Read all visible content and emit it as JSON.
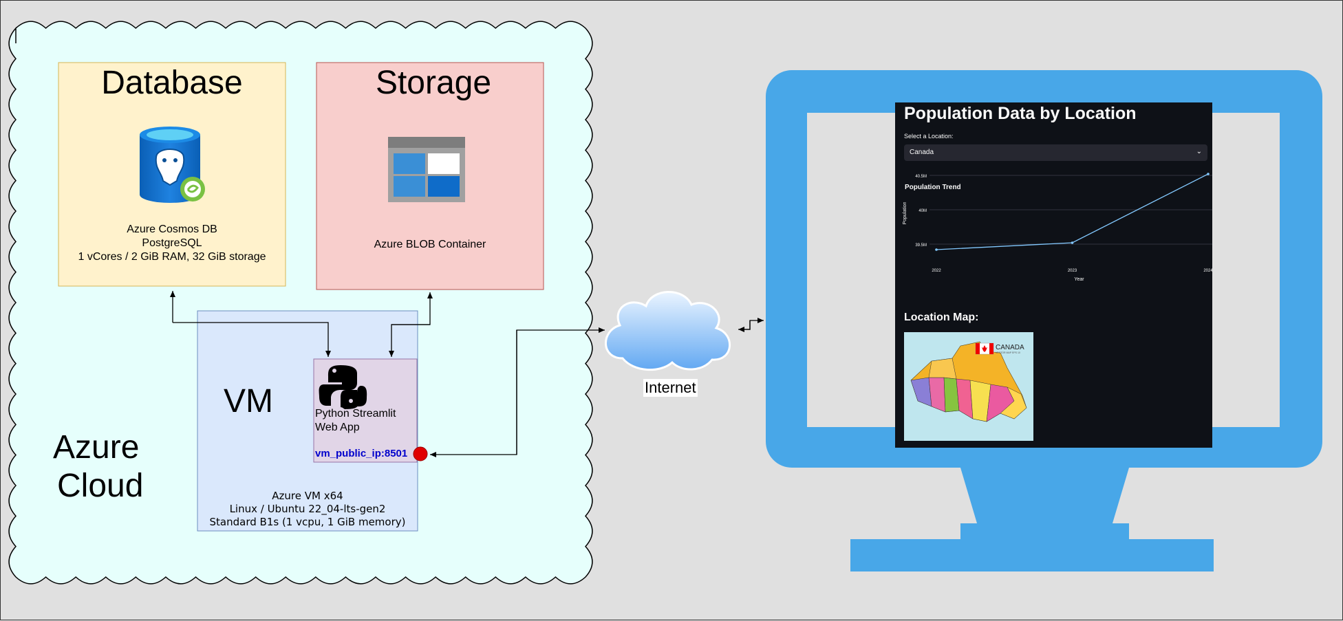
{
  "azure_cloud": {
    "label_line1": "Azure",
    "label_line2": "Cloud"
  },
  "database": {
    "title": "Database",
    "line1": "Azure Cosmos DB",
    "line2": "PostgreSQL",
    "line3": "1 vCores / 2 GiB RAM, 32 GiB storage",
    "icon": "postgresql-cosmos-icon"
  },
  "storage": {
    "title": "Storage",
    "line1": "Azure BLOB Container",
    "icon": "blob-storage-icon"
  },
  "vm": {
    "title": "VM",
    "line1": "Azure VM x64",
    "line2": "Linux / Ubuntu 22_04-lts-gen2",
    "line3": "Standard B1s (1 vcpu, 1 GiB memory)"
  },
  "web_app": {
    "line1": "Python Streamlit",
    "line2": "Web App",
    "endpoint": "vm_public_ip:8501",
    "icon": "python-icon"
  },
  "internet": {
    "label": "Internet",
    "icon": "cloud-icon"
  },
  "monitor": {
    "icon": "monitor-icon",
    "color": "#48a7e8"
  },
  "app": {
    "title": "Population Data by Location",
    "select_label": "Select a Location:",
    "select_value": "Canada",
    "chart_title": "Population Trend",
    "map_heading": "Location Map:",
    "map_image": "canada-map-image",
    "map_text1": "CANADA",
    "map_text2": "VECTOR MAP EPS 10"
  },
  "chart_data": {
    "type": "line",
    "title": "Population Trend",
    "xlabel": "Year",
    "ylabel": "Population",
    "categories": [
      "2022",
      "2023",
      "2024"
    ],
    "values": [
      39.42,
      39.52,
      40.52
    ],
    "ytick_labels": [
      "39.5M",
      "40M",
      "40.5M"
    ],
    "ytick_values": [
      39.5,
      40.0,
      40.5
    ],
    "ylim": [
      39.3,
      40.6
    ],
    "grid": true,
    "color": "#83c9ff"
  },
  "colors": {
    "azure_cloud_fill": "#e6fffc",
    "database_fill": "#fff2cc",
    "database_stroke": "#d6b656",
    "storage_fill": "#f8cecc",
    "storage_stroke": "#b85450",
    "vm_fill": "#dae8fc",
    "vm_stroke": "#6c8ebf",
    "webapp_fill": "#e1d5e7",
    "webapp_stroke": "#9673a6",
    "endpoint_text": "#0000cc",
    "port_dot": "#e00000"
  }
}
